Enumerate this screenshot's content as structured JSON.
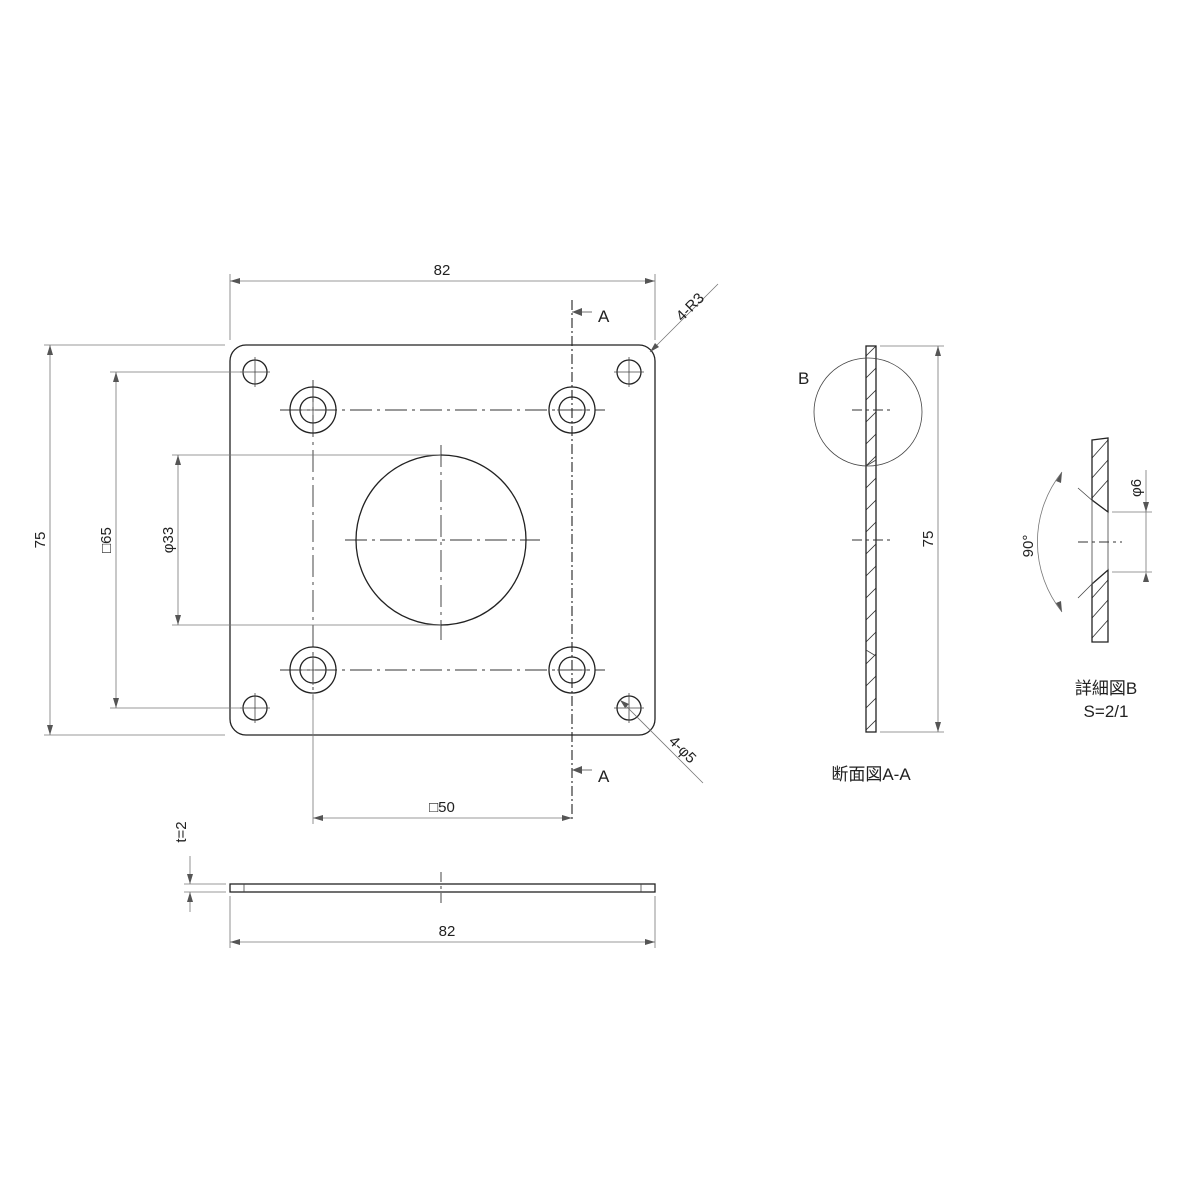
{
  "colors": {
    "line": "#222222",
    "dimension": "#777777",
    "background": "#ffffff"
  },
  "dimensions": {
    "top_width": "82",
    "corner_radius": "4-R3",
    "height_left": "75",
    "square_65": "□65",
    "dia_33": "φ33",
    "corner_holes": "4-φ5",
    "square_50": "□50",
    "thickness": "t=2",
    "bottom_width": "82",
    "section_height": "75",
    "detail_dia": "φ6",
    "detail_angle": "90°"
  },
  "labels": {
    "cut_top": "A",
    "cut_bottom": "A",
    "detail_marker": "B",
    "section_title": "断面図A-A",
    "detail_title": "詳細図B",
    "detail_scale": "S=2/1"
  }
}
